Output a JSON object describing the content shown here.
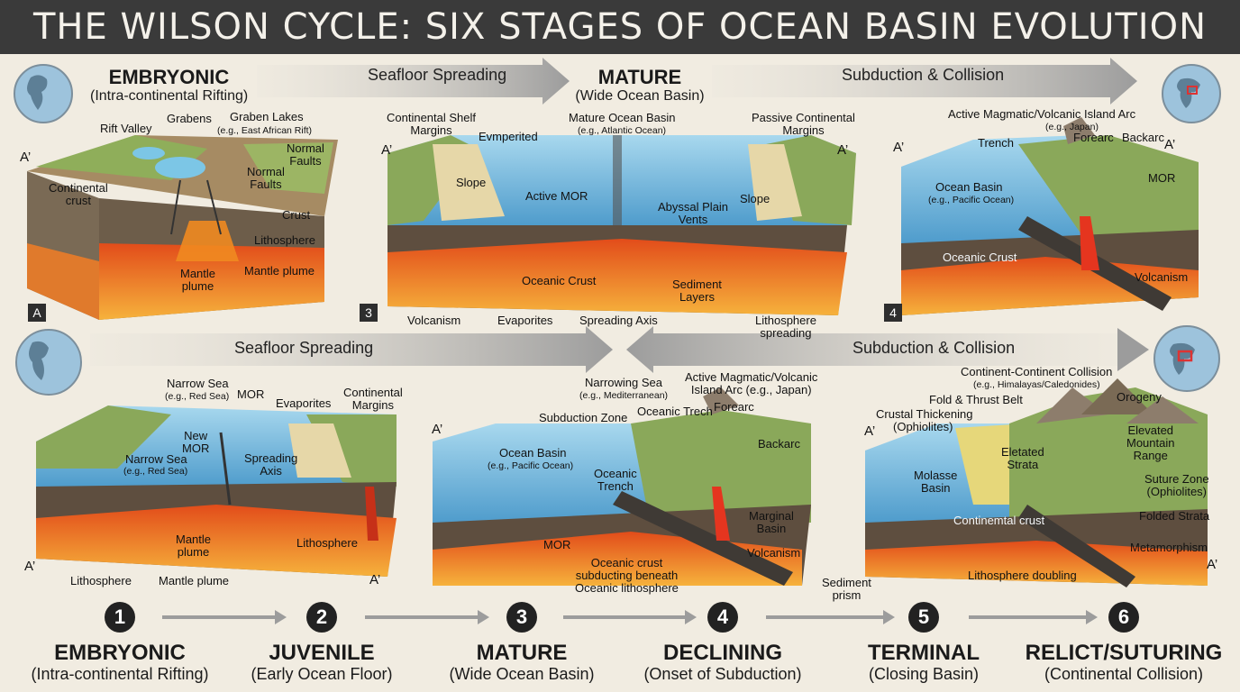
{
  "title": "THE WILSON CYCLE: SIX STAGES OF OCEAN BASIN EVOLUTION",
  "top_row": {
    "left_header": {
      "name": "EMBRYONIC",
      "desc": "(Intra-continental Rifting)"
    },
    "mid_header": {
      "name": "MATURE",
      "desc": "(Wide Ocean Basin)"
    },
    "arrow1": "Seafloor Spreading",
    "arrow2": "Subduction & Collision"
  },
  "middle_row": {
    "arrow1": "Seafloor Spreading",
    "arrow2": "Subduction & Collision"
  },
  "badges": {
    "a": "A",
    "three": "3",
    "four": "4"
  },
  "section_marker": "A’",
  "panel1": {
    "rift_valley": "Rift Valley",
    "grabens": "Grabens",
    "graben_lakes": "Graben Lakes",
    "graben_lakes_eg": "(e.g., East African Rift)",
    "normal_faults_1": "Normal\nFaults",
    "normal_faults_2": "Normal\nFaults",
    "continental_crust": "Continental\ncrust",
    "crust": "Crust",
    "lithosphere": "Lithosphere",
    "mantle_plume_1": "Mantle\nplume",
    "mantle_plume_2": "Mantle plume"
  },
  "panel2": {
    "shelf_margins": "Continental Shelf\nMargins",
    "evmperited": "Evmperited",
    "mature_basin": "Mature Ocean Basin",
    "mature_basin_eg": "(e.g., Atlantic Ocean)",
    "passive_margins": "Passive Continental\nMargins",
    "slope_left": "Slope",
    "slope_right": "Slope",
    "active_mor": "Active MOR",
    "abyssal": "Abyssal Plain\nVents",
    "oceanic_crust": "Oceanic Crust",
    "sediment_layers": "Sediment\nLayers",
    "volcanism": "Volcanism",
    "evaporites": "Evaporites",
    "spreading_axis": "Spreading Axis",
    "lith_spreading": "Lithosphere\nspreading"
  },
  "panel3": {
    "arc": "Active Magmatic/Volcanic Island Arc",
    "arc_eg": "(e.g., Japan)",
    "trench": "Trench",
    "forearc": "Forearc",
    "backarc": "Backarc",
    "mor": "MOR",
    "ocean_basin": "Ocean Basin",
    "ocean_basin_eg": "(e.g., Pacific Ocean)",
    "oceanic_crust": "Oceanic Crust",
    "volcanism": "Volcanism"
  },
  "panel4": {
    "narrow_sea": "Narrow Sea",
    "narrow_sea_eg": "(e.g., Red Sea)",
    "mor": "MOR",
    "evaporites": "Evaporites",
    "cont_margins": "Continental\nMargins",
    "new_mor": "New\nMOR",
    "narrow_sea_2": "Narrow Sea",
    "narrow_sea_2_eg": "(e.g., Red Sea)",
    "spreading_axis": "Spreading\nAxis",
    "mantle_plume": "Mantle\nplume",
    "lithosphere_r": "Lithosphere",
    "lithosphere_b": "Lithosphere",
    "mantle_plume_b": "Mantle plume"
  },
  "panel5": {
    "narrowing_sea": "Narrowing Sea",
    "narrowing_sea_eg": "(e.g., Mediterranean)",
    "arc": "Active Magmatic/Volcanic\nIsland Arc (e.g., Japan)",
    "subduction_zone": "Subduction Zone",
    "oceanic_trech": "Oceanic Trech",
    "forearc": "Forearc",
    "backarc": "Backarc",
    "ocean_basin": "Ocean Basin",
    "ocean_basin_eg": "(e.g., Pacific Ocean)",
    "oceanic_trench": "Oceanic\nTrench",
    "marginal_basin": "Marginal\nBasin",
    "mor": "MOR",
    "volcanism": "Volcanism",
    "subducting": "Oceanic crust\nsubducting beneath\nOceanic lithosphere",
    "sediment_prism": "Sediment\nprism"
  },
  "panel6": {
    "collision": "Continent-Continent Collision",
    "collision_eg": "(e.g., Himalayas/Caledonides)",
    "fold_thrust": "Fold & Thrust Belt",
    "orogeny": "Orogeny",
    "crustal_thickening": "Crustal Thickening",
    "ophiolites": "(Ophiolites)",
    "elevated_range": "Elevated\nMountain\nRange",
    "eletated_strata": "Eletated\nStrata",
    "molasse": "Molasse\nBasin",
    "suture_zone": "Suture Zone\n(Ophiolites)",
    "folded_strata": "Folded Strata",
    "continental_crust": "Continemtal crust",
    "metamorphism": "Metamorphism",
    "lith_doubling": "Lithosphere doubling"
  },
  "stages": [
    {
      "num": "1",
      "name": "EMBRYONIC",
      "desc": "(Intra-continental Rifting)"
    },
    {
      "num": "2",
      "name": "JUVENILE",
      "desc": "(Early Ocean Floor)"
    },
    {
      "num": "3",
      "name": "MATURE",
      "desc": "(Wide Ocean Basin)"
    },
    {
      "num": "4",
      "name": "DECLINING",
      "desc": "(Onset of Subduction)"
    },
    {
      "num": "5",
      "name": "TERMINAL",
      "desc": "(Closing Basin)"
    },
    {
      "num": "6",
      "name": "RELICT/SUTURING",
      "desc": "(Continental Collision)"
    }
  ],
  "colors": {
    "title_bar": "#3a3a3a",
    "background": "#f1ece1",
    "ocean": "#7fc0de",
    "mantle": "#e8792a",
    "lithosphere": "#5c4b3c",
    "land": "#7a9a4c"
  }
}
